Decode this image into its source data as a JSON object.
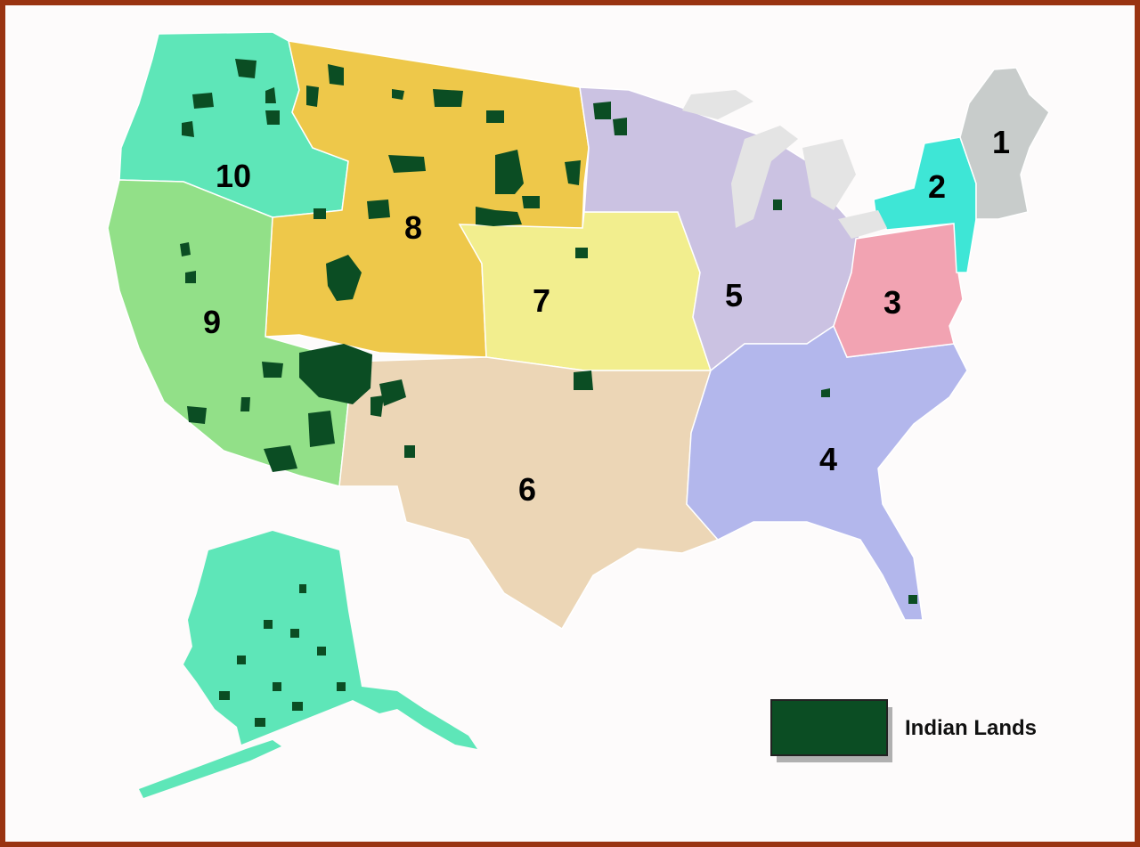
{
  "colors": {
    "frame": "#993311",
    "indian_lands": "#0b4d23",
    "region_1": "#c8cccb",
    "region_2": "#3ee6d6",
    "region_3": "#f2a3b2",
    "region_4": "#b3b7ec",
    "region_5": "#cbc2e2",
    "region_6": "#ecd6b6",
    "region_7": "#f2ee8e",
    "region_8": "#eec84a",
    "region_9": "#92e088",
    "region_10": "#5ee6b8",
    "alaska": "#5ee6b8",
    "lakes": "#e4e4e4"
  },
  "regions": {
    "r1": "1",
    "r2": "2",
    "r3": "3",
    "r4": "4",
    "r5": "5",
    "r6": "6",
    "r7": "7",
    "r8": "8",
    "r9": "9",
    "r10": "10"
  },
  "legend": {
    "label": "Indian Lands"
  }
}
